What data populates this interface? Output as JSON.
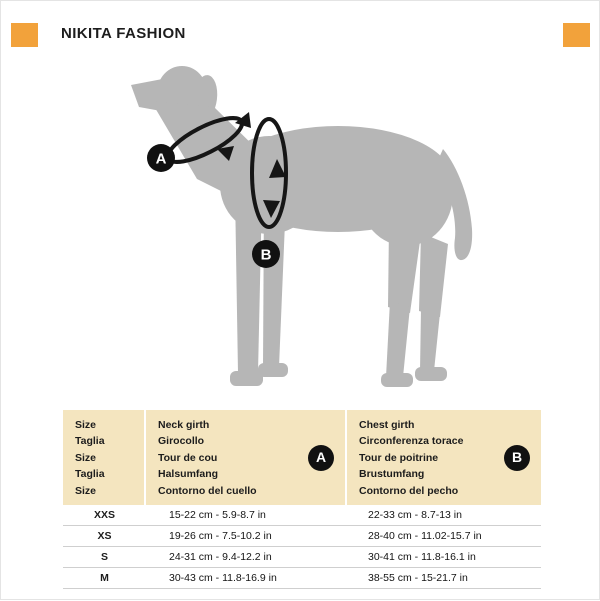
{
  "brand": {
    "title": "NIKITA FASHION",
    "accent_color": "#F2A23B"
  },
  "diagram": {
    "marker_a": "A",
    "marker_b": "B",
    "dog_color": "#B6B6B6",
    "measure_color": "#161616"
  },
  "table": {
    "header_bg": "#F4E5BF",
    "header": {
      "size_labels": [
        "Size",
        "Taglia",
        "Size",
        "Taglia",
        "Size"
      ],
      "neck_labels": [
        "Neck girth",
        "Girocollo",
        "Tour de cou",
        "Halsumfang",
        "Contorno del cuello"
      ],
      "neck_badge": "A",
      "chest_labels": [
        "Chest girth",
        "Circonferenza torace",
        "Tour de poitrine",
        "Brustumfang",
        "Contorno del pecho"
      ],
      "chest_badge": "B"
    },
    "rows": [
      {
        "size": "XXS",
        "neck": "15-22 cm - 5.9-8.7 in",
        "chest": "22-33 cm - 8.7-13 in"
      },
      {
        "size": "XS",
        "neck": "19-26 cm - 7.5-10.2 in",
        "chest": "28-40 cm - 11.02-15.7 in"
      },
      {
        "size": "S",
        "neck": "24-31 cm - 9.4-12.2 in",
        "chest": "30-41 cm - 11.8-16.1 in"
      },
      {
        "size": "M",
        "neck": "30-43 cm - 11.8-16.9 in",
        "chest": "38-55 cm - 15-21.7 in"
      }
    ]
  }
}
